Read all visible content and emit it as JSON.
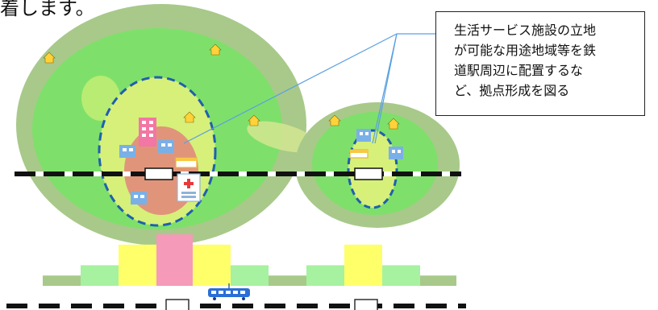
{
  "header_text": "着します。",
  "callout": {
    "lines": [
      "生活サービス施設の立地",
      "が可能な用途地域等を鉄",
      "道駅周辺に配置するな",
      "ど、拠点形成を図る"
    ]
  },
  "colors": {
    "outer_zone": "#a8c98a",
    "middle_zone": "#7ee06a",
    "inner_zone": "#d6f07a",
    "core_zone": "#e0957a",
    "boundary_dash": "#1f5fb0",
    "callout_line": "#5aa0e0",
    "bar_green": "#a6f2a0",
    "bar_dark_green": "#a8c98a",
    "bar_yellow": "#ffff6a",
    "bar_pink": "#f59ab8"
  },
  "density_bars": [
    {
      "level": 1,
      "color": "bar_dark_green"
    },
    {
      "level": 2,
      "color": "bar_green"
    },
    {
      "level": 4,
      "color": "bar_yellow"
    },
    {
      "level": 5,
      "color": "bar_pink"
    },
    {
      "level": 4,
      "color": "bar_yellow"
    },
    {
      "level": 2,
      "color": "bar_green"
    },
    {
      "level": 1,
      "color": "bar_dark_green"
    },
    {
      "level": 2,
      "color": "bar_green"
    },
    {
      "level": 4,
      "color": "bar_yellow"
    },
    {
      "level": 2,
      "color": "bar_green"
    },
    {
      "level": 1,
      "color": "bar_dark_green"
    }
  ],
  "icons": [
    "house-icon",
    "apartment-icon",
    "hospital-icon",
    "shop-icon",
    "station-icon",
    "train-icon"
  ]
}
